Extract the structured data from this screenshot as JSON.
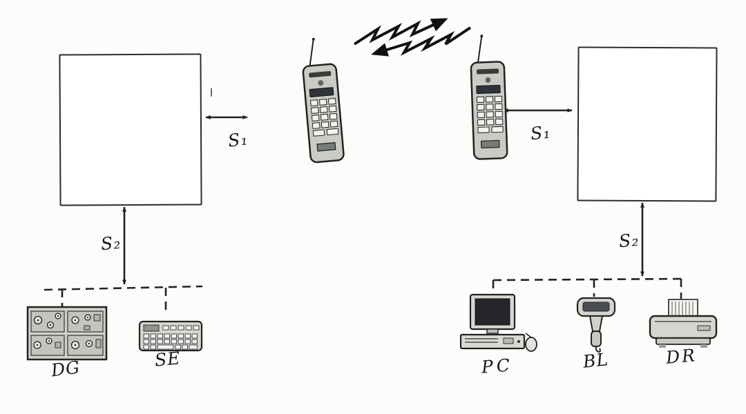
{
  "diagram": {
    "description": "Two radio handsets linked over the air; each side has a terminal box with interface S1 to the handset and interface S2 to a dashed peripheral bus",
    "colors": {
      "ink": "#222222",
      "paper": "#fcfcfa",
      "device_fill": "#cfd1cb",
      "screen_dark": "#24262b"
    },
    "interfaces": {
      "s1_left": "S₁",
      "s1_right": "S₁",
      "s2_left": "S₂",
      "s2_right": "S₂"
    },
    "devices": {
      "dg": "DG",
      "se": "SE",
      "pc": "PC",
      "bl": "BL",
      "dr": "DR"
    }
  }
}
